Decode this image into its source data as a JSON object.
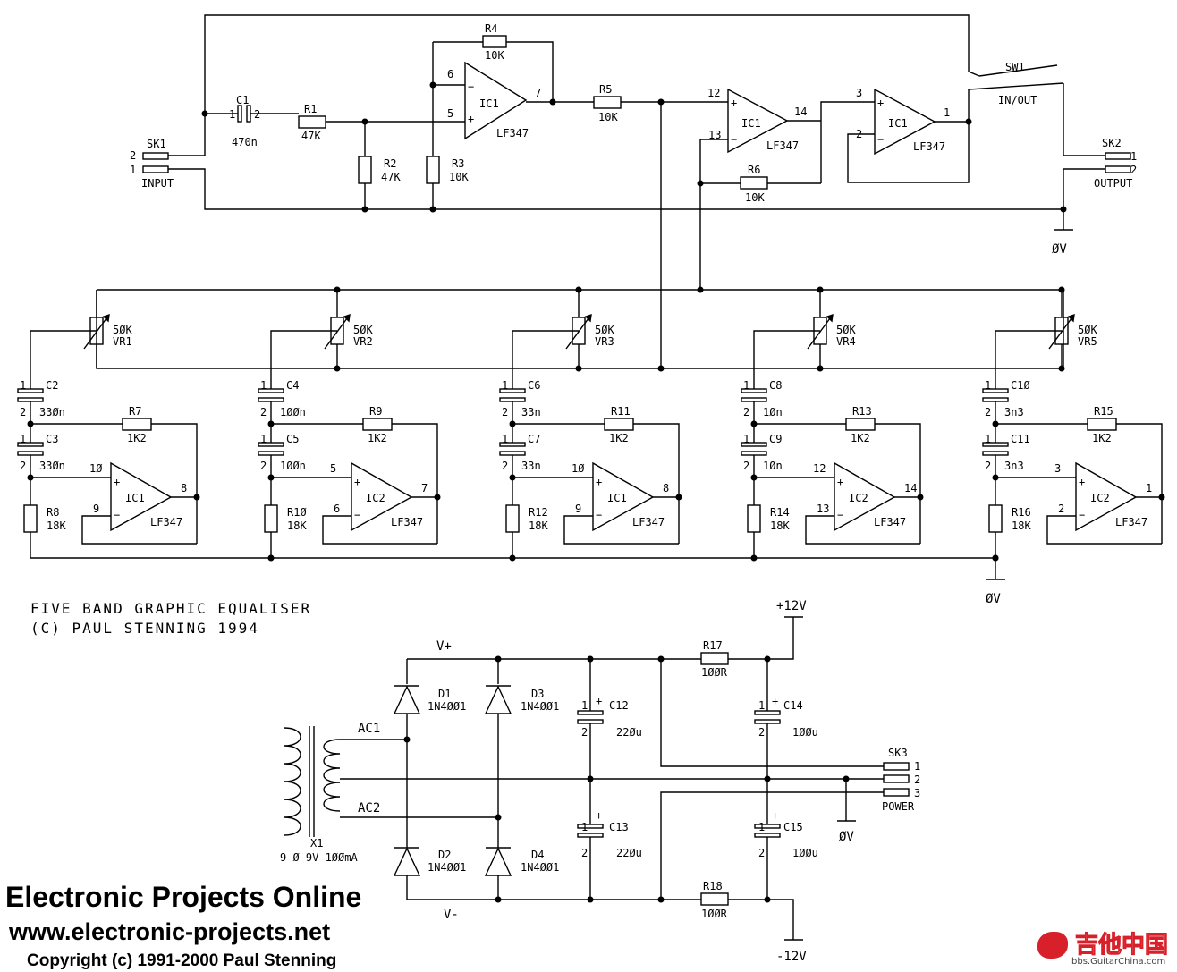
{
  "title": {
    "line1": "FIVE BAND GRAPHIC EQUALISER",
    "line2": "(C) PAUL STENNING 1994"
  },
  "footer": {
    "name": "Electronic Projects Online",
    "url": "www.electronic-projects.net",
    "copyright": "Copyright (c) 1991-2000 Paul Stenning"
  },
  "watermark": {
    "text": "吉他中国",
    "url": "bbs.GuitarChina.com"
  },
  "top": {
    "sk1": {
      "name": "SK1",
      "label": "INPUT",
      "pin2": "2",
      "pin1": "1"
    },
    "sk2": {
      "name": "SK2",
      "label": "OUTPUT",
      "pin1": "1",
      "pin2": "2"
    },
    "c1": {
      "name": "C1",
      "value": "470n",
      "pin1": "1",
      "pin2": "2"
    },
    "r1": {
      "name": "R1",
      "value": "47K"
    },
    "r2": {
      "name": "R2",
      "value": "47K"
    },
    "r3": {
      "name": "R3",
      "value": "10K"
    },
    "r4": {
      "name": "R4",
      "value": "10K"
    },
    "r5": {
      "name": "R5",
      "value": "10K"
    },
    "r6": {
      "name": "R6",
      "value": "10K"
    },
    "ic1a": {
      "name": "IC1",
      "type": "LF347",
      "pin_minus": "6",
      "pin_plus": "5",
      "pin_out": "7"
    },
    "ic1b": {
      "name": "IC1",
      "type": "LF347",
      "pin_plus": "12",
      "pin_minus": "13",
      "pin_out": "14"
    },
    "ic1c": {
      "name": "IC1",
      "type": "LF347",
      "pin_plus": "3",
      "pin_minus": "2",
      "pin_out": "1"
    },
    "sw1": {
      "name": "SW1",
      "label": "IN/OUT"
    },
    "gnd": "ØV"
  },
  "bands": [
    {
      "vr": "VR1",
      "vr_val": "5ØK",
      "ca": "C2",
      "ca_val": "33Øn",
      "cb": "C3",
      "cb_val": "33Øn",
      "rf": "R7",
      "rf_val": "1K2",
      "rg": "R8",
      "rg_val": "18K",
      "ic": "IC1",
      "ic_type": "LF347",
      "pin_plus": "1Ø",
      "pin_minus": "9",
      "pin_out": "8"
    },
    {
      "vr": "VR2",
      "vr_val": "5ØK",
      "ca": "C4",
      "ca_val": "1ØØn",
      "cb": "C5",
      "cb_val": "1ØØn",
      "rf": "R9",
      "rf_val": "1K2",
      "rg": "R1Ø",
      "rg_val": "18K",
      "ic": "IC2",
      "ic_type": "LF347",
      "pin_plus": "5",
      "pin_minus": "6",
      "pin_out": "7"
    },
    {
      "vr": "VR3",
      "vr_val": "5ØK",
      "ca": "C6",
      "ca_val": "33n",
      "cb": "C7",
      "cb_val": "33n",
      "rf": "R11",
      "rf_val": "1K2",
      "rg": "R12",
      "rg_val": "18K",
      "ic": "IC1",
      "ic_type": "LF347",
      "pin_plus": "1Ø",
      "pin_minus": "9",
      "pin_out": "8"
    },
    {
      "vr": "VR4",
      "vr_val": "5ØK",
      "ca": "C8",
      "ca_val": "1Øn",
      "cb": "C9",
      "cb_val": "1Øn",
      "rf": "R13",
      "rf_val": "1K2",
      "rg": "R14",
      "rg_val": "18K",
      "ic": "IC2",
      "ic_type": "LF347",
      "pin_plus": "12",
      "pin_minus": "13",
      "pin_out": "14"
    },
    {
      "vr": "VR5",
      "vr_val": "5ØK",
      "ca": "C1Ø",
      "ca_val": "3n3",
      "cb": "C11",
      "cb_val": "3n3",
      "rf": "R15",
      "rf_val": "1K2",
      "rg": "R16",
      "rg_val": "18K",
      "ic": "IC2",
      "ic_type": "LF347",
      "pin_plus": "3",
      "pin_minus": "2",
      "pin_out": "1"
    }
  ],
  "cap_pins": {
    "p1": "1",
    "p2": "2"
  },
  "band_gnd": "ØV",
  "psu": {
    "x1": {
      "name": "X1",
      "value": "9-Ø-9V 1ØØmA"
    },
    "ac1": "AC1",
    "ac2": "AC2",
    "vplus": "V+",
    "vminus": "V-",
    "d1": {
      "name": "D1",
      "value": "1N4ØØ1"
    },
    "d2": {
      "name": "D2",
      "value": "1N4ØØ1"
    },
    "d3": {
      "name": "D3",
      "value": "1N4ØØ1"
    },
    "d4": {
      "name": "D4",
      "value": "1N4ØØ1"
    },
    "c12": {
      "name": "C12",
      "value": "22Øu"
    },
    "c13": {
      "name": "C13",
      "value": "22Øu"
    },
    "c14": {
      "name": "C14",
      "value": "1ØØu"
    },
    "c15": {
      "name": "C15",
      "value": "1ØØu"
    },
    "r17": {
      "name": "R17",
      "value": "1ØØR"
    },
    "r18": {
      "name": "R18",
      "value": "1ØØR"
    },
    "plus12": "+12V",
    "minus12": "-12V",
    "gnd": "ØV",
    "sk3": {
      "name": "SK3",
      "label": "POWER",
      "pin1": "1",
      "pin2": "2",
      "pin3": "3"
    },
    "plus": "+"
  }
}
